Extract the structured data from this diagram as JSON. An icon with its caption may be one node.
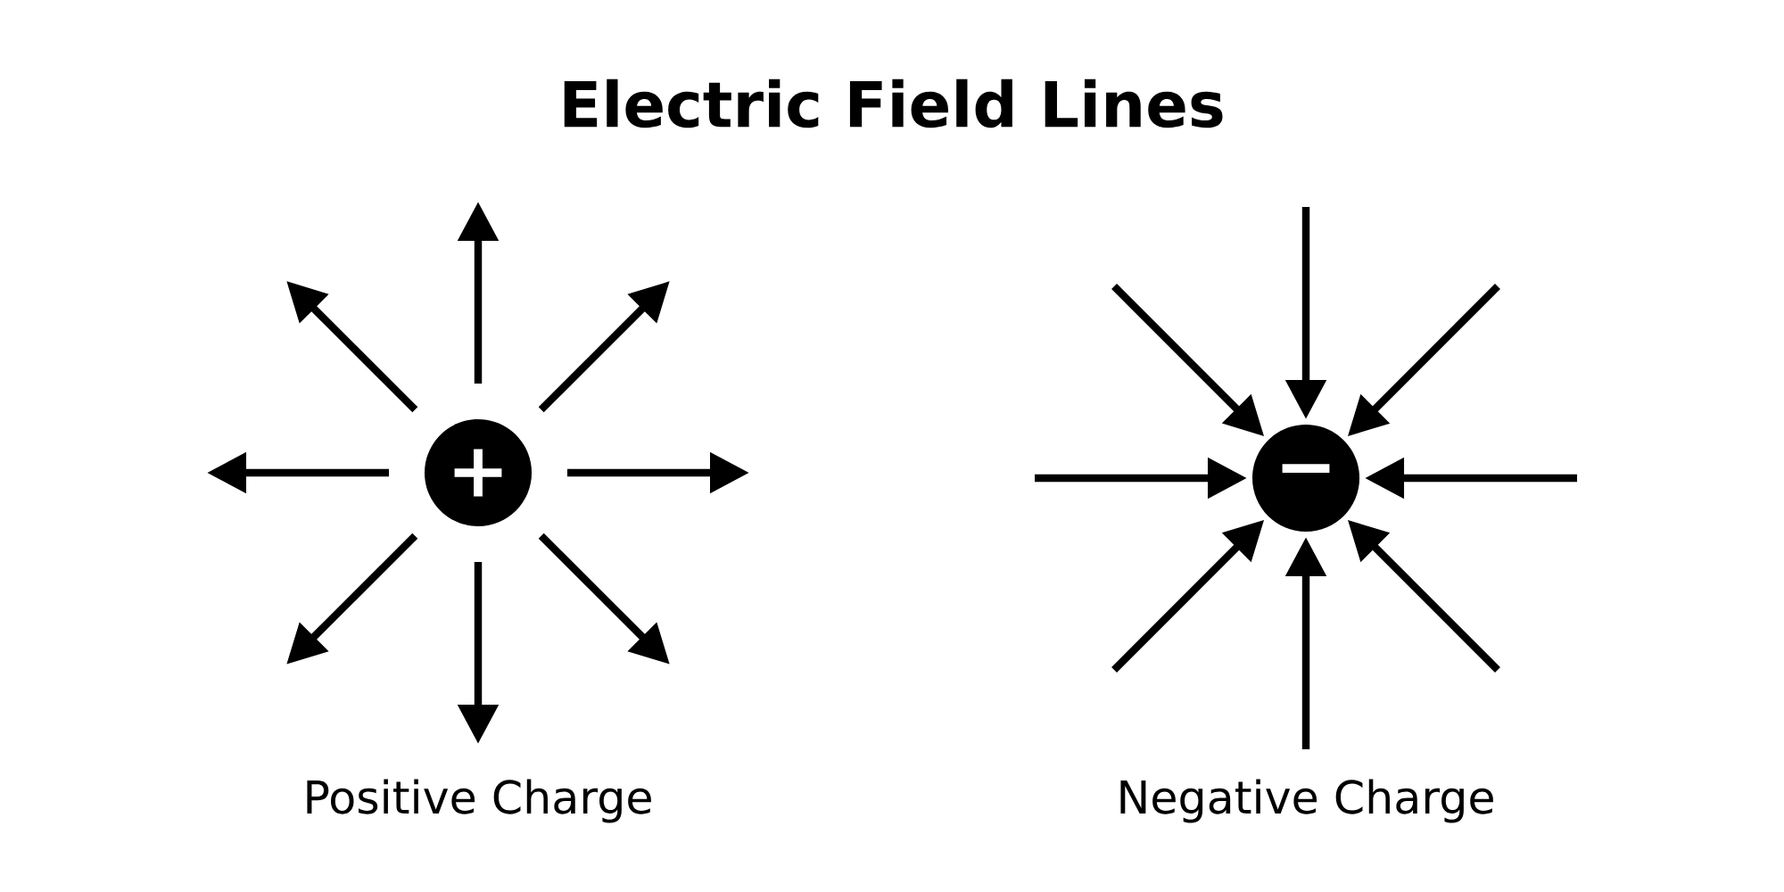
{
  "diagram": {
    "title": "Electric Field Lines",
    "nodes": [
      {
        "text": [
          "+"
        ]
      },
      {
        "text": [
          "−"
        ]
      }
    ],
    "labels": [
      "Positive Charge",
      "Negative Charge"
    ],
    "edges": [
      {
        "from": 0,
        "to": null,
        "arrow": "to"
      },
      {
        "from": 0,
        "to": null,
        "arrow": "to"
      },
      {
        "from": 0,
        "to": null,
        "arrow": "to"
      },
      {
        "from": 0,
        "to": null,
        "arrow": "to"
      },
      {
        "from": 0,
        "to": null,
        "arrow": "to"
      },
      {
        "from": 0,
        "to": null,
        "arrow": "to"
      },
      {
        "from": 0,
        "to": null,
        "arrow": "to"
      },
      {
        "from": 0,
        "to": null,
        "arrow": "to"
      },
      {
        "from": null,
        "to": 1,
        "arrow": "to"
      },
      {
        "from": null,
        "to": 1,
        "arrow": "to"
      },
      {
        "from": null,
        "to": 1,
        "arrow": "to"
      },
      {
        "from": null,
        "to": 1,
        "arrow": "to"
      },
      {
        "from": null,
        "to": 1,
        "arrow": "to"
      },
      {
        "from": null,
        "to": 1,
        "arrow": "to"
      },
      {
        "from": null,
        "to": 1,
        "arrow": "to"
      },
      {
        "from": null,
        "to": 1,
        "arrow": "to"
      }
    ]
  }
}
